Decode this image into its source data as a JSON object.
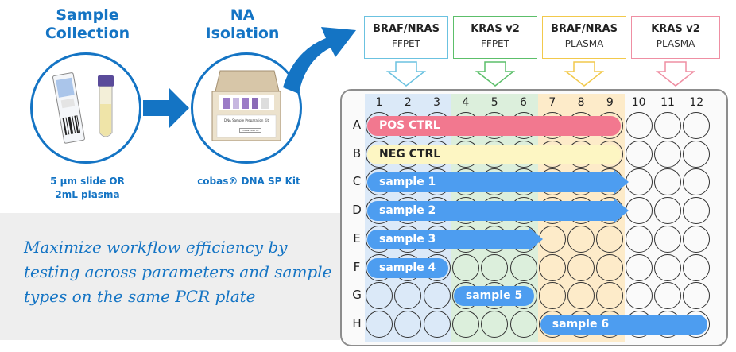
{
  "steps": {
    "collection": {
      "title_line1": "Sample",
      "title_line2": "Collection",
      "caption_line1": "5 µm slide OR",
      "caption_line2": "2mL plasma"
    },
    "isolation": {
      "title_line1": "NA",
      "title_line2": "Isolation",
      "caption": "cobas® DNA SP Kit",
      "kit_label": "DNA Sample Preparation Kit",
      "kit_small": "cobas DNA SP"
    }
  },
  "tagline": "Maximize workflow efficiency by testing across parameters and sample types on the same PCR plate",
  "legend": [
    {
      "assay": "BRAF/NRAS",
      "sample_type": "FFPET",
      "color": "#6bc2e0"
    },
    {
      "assay": "KRAS v2",
      "sample_type": "FFPET",
      "color": "#5cbf6a"
    },
    {
      "assay": "BRAF/NRAS",
      "sample_type": "PLASMA",
      "color": "#f2c94c"
    },
    {
      "assay": "KRAS v2",
      "sample_type": "PLASMA",
      "color": "#ef8fa3"
    }
  ],
  "plate": {
    "columns": [
      "1",
      "2",
      "3",
      "4",
      "5",
      "6",
      "7",
      "8",
      "9",
      "10",
      "11",
      "12"
    ],
    "rows": [
      "A",
      "B",
      "C",
      "D",
      "E",
      "F",
      "G",
      "H"
    ],
    "column_groups": [
      {
        "cols": [
          1,
          3
        ],
        "fill": "#dbe9f8"
      },
      {
        "cols": [
          4,
          6
        ],
        "fill": "#dcefdc"
      },
      {
        "cols": [
          7,
          9
        ],
        "fill": "#fdebc9"
      }
    ],
    "lanes": [
      {
        "label": "POS CTRL",
        "row": "A",
        "from_col": 1,
        "to_col": 9,
        "color": "#f2788f",
        "arrow": false
      },
      {
        "label": "NEG CTRL",
        "row": "B",
        "from_col": 1,
        "to_col": 9,
        "color": "#fdf6c3",
        "text_color": "#222222",
        "arrow": false
      },
      {
        "label": "sample 1",
        "row": "C",
        "from_col": 1,
        "to_col": 9,
        "color": "#4d9df0",
        "arrow": true
      },
      {
        "label": "sample 2",
        "row": "D",
        "from_col": 1,
        "to_col": 9,
        "color": "#4d9df0",
        "arrow": true
      },
      {
        "label": "sample 3",
        "row": "E",
        "from_col": 1,
        "to_col": 6,
        "color": "#4d9df0",
        "arrow": true
      },
      {
        "label": "sample 4",
        "row": "F",
        "from_col": 1,
        "to_col": 3,
        "color": "#4d9df0",
        "arrow": false
      },
      {
        "label": "sample 5",
        "row": "G",
        "from_col": 4,
        "to_col": 6,
        "color": "#4d9df0",
        "arrow": false
      },
      {
        "label": "sample 6",
        "row": "H",
        "from_col": 7,
        "to_col": 12,
        "color": "#4d9df0",
        "arrow": false
      }
    ]
  },
  "colors": {
    "brand_blue": "#1474c4"
  }
}
